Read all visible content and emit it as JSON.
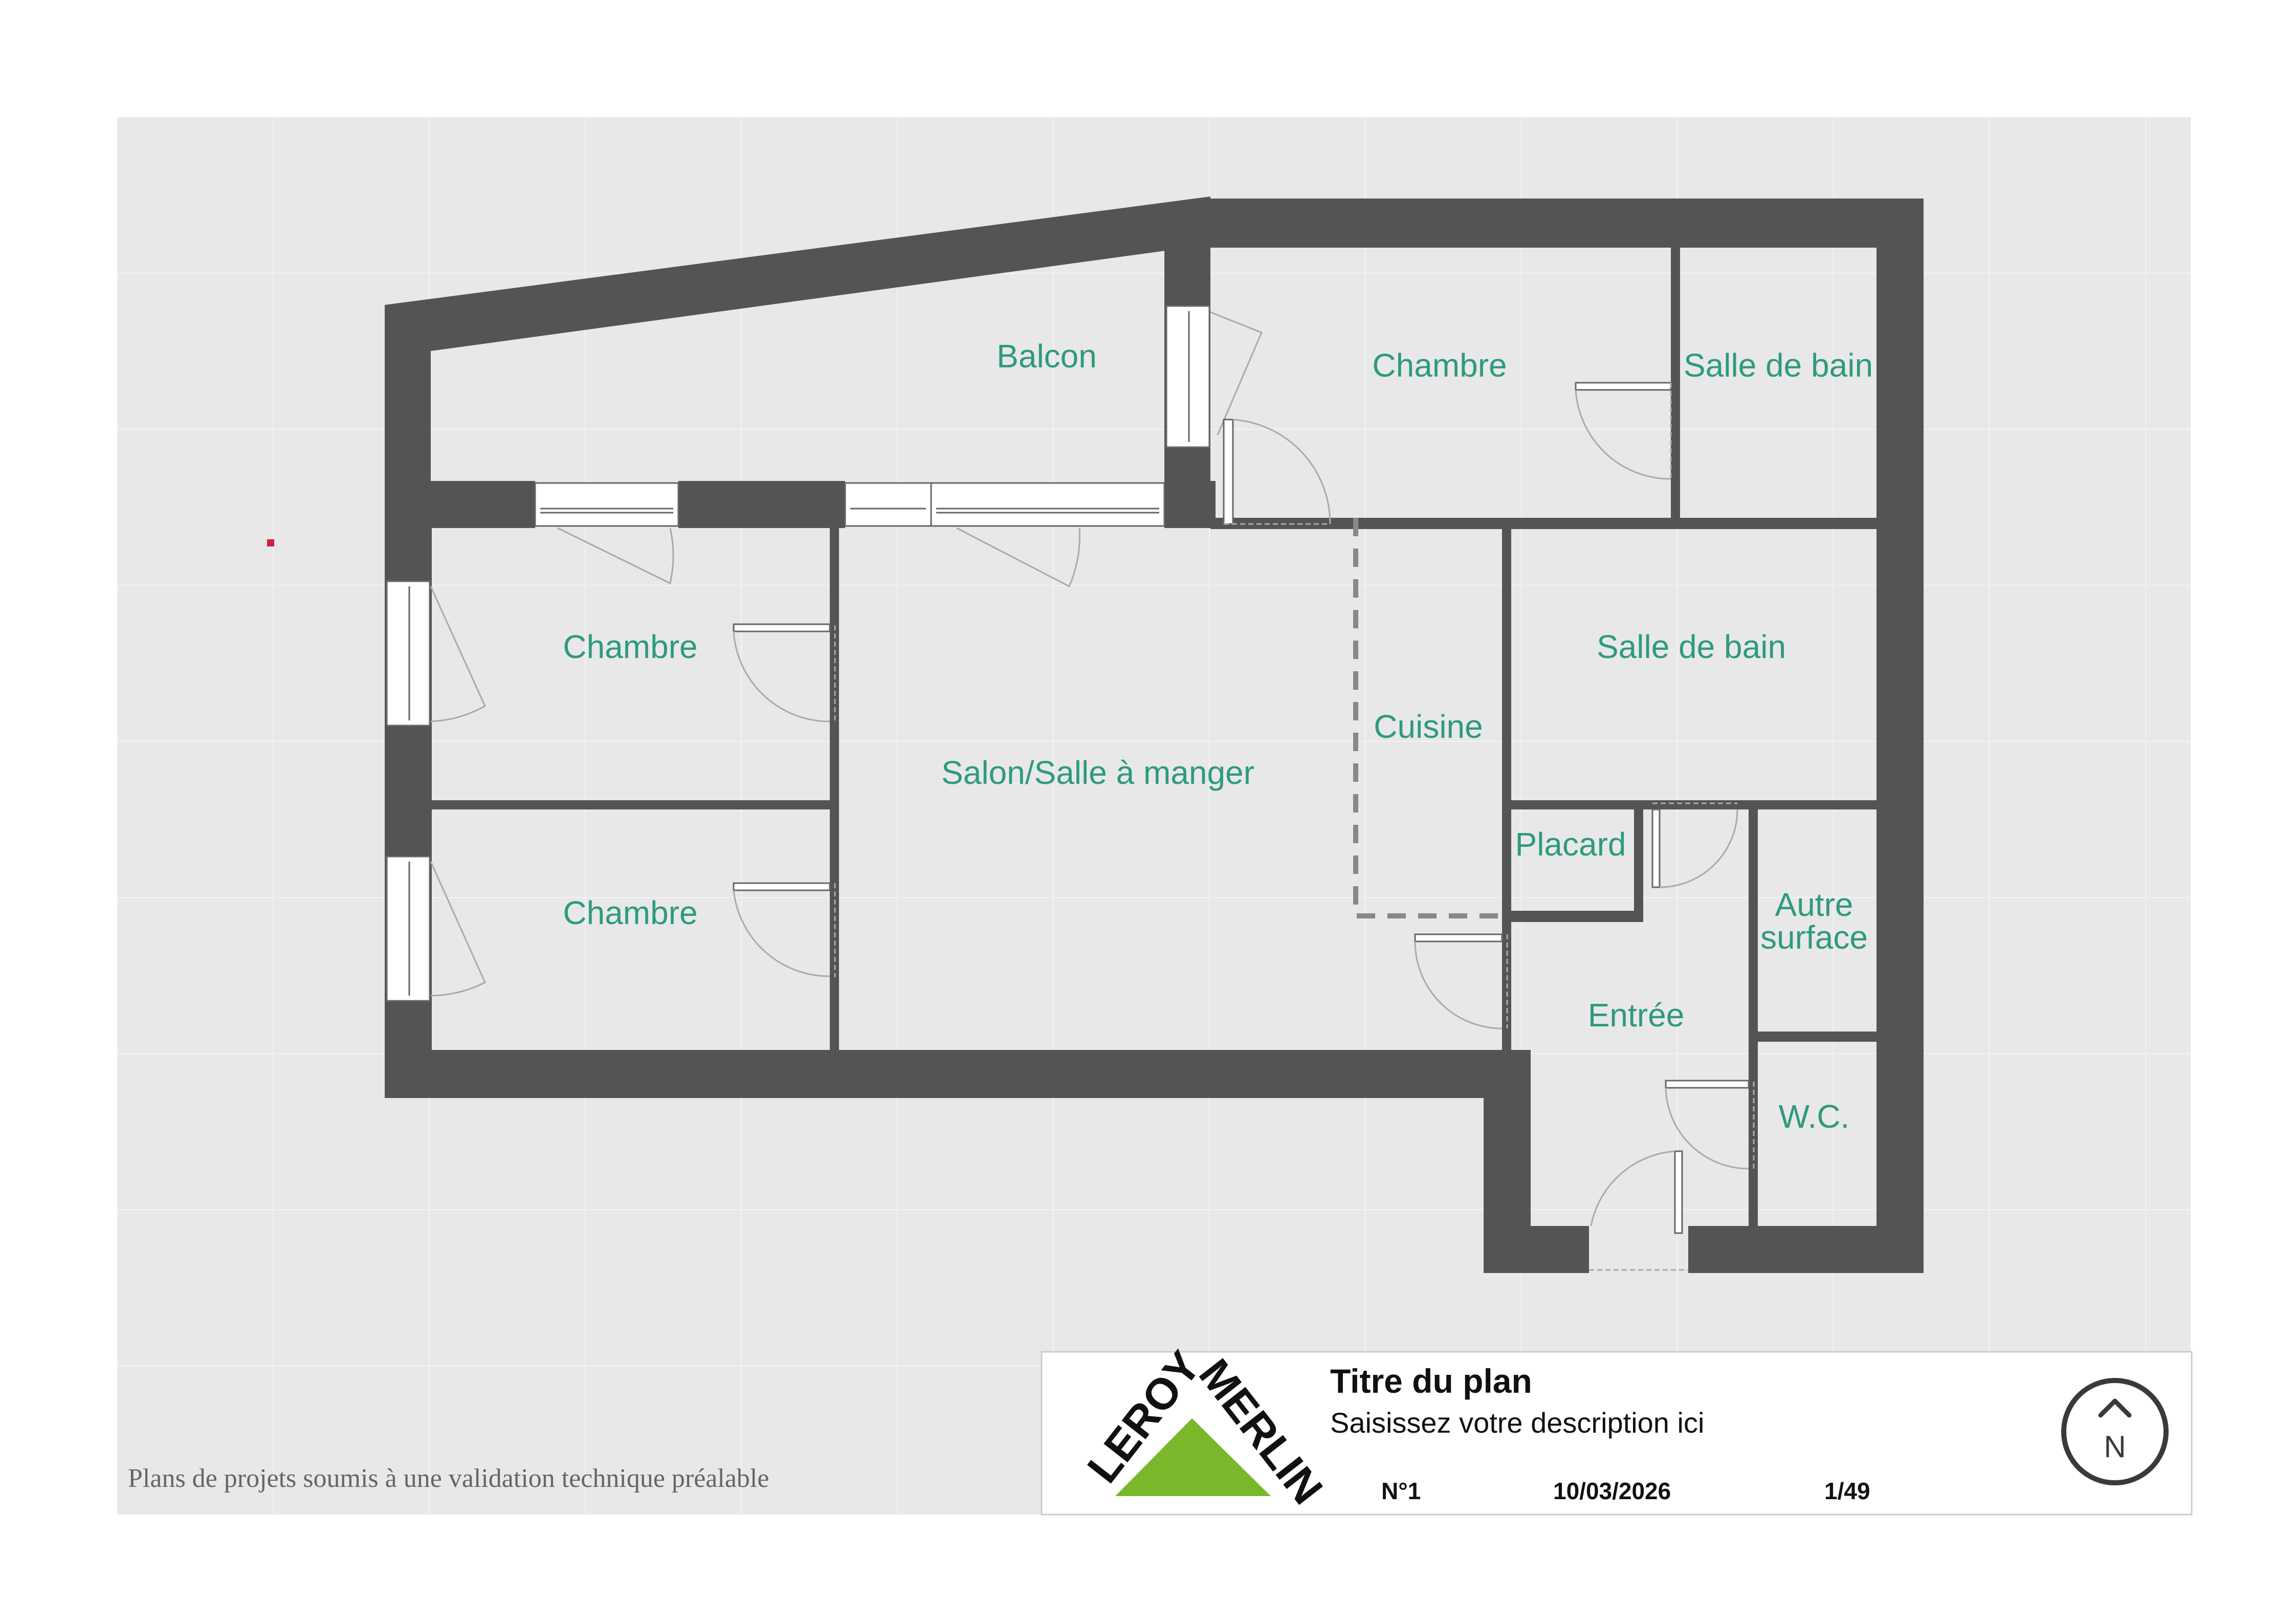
{
  "rooms": {
    "balcon": "Balcon",
    "chambre_top": "Chambre",
    "salle_de_bain_top": "Salle de bain",
    "chambre_left_top": "Chambre",
    "chambre_left_bottom": "Chambre",
    "salon": "Salon/Salle à manger",
    "cuisine": "Cuisine",
    "salle_de_bain_right": "Salle de bain",
    "placard": "Placard",
    "autre_surface_line1": "Autre",
    "autre_surface_line2": "surface",
    "entree": "Entrée",
    "wc": "W.C."
  },
  "title_block": {
    "title": "Titre du plan",
    "description": "Saisissez votre description ici",
    "number": "N°1",
    "date": "10/03/2026",
    "page": "1/49",
    "north_label": "N"
  },
  "logo": {
    "text_leroy": "LEROY",
    "text_merlin": "MERLIN",
    "green": "#78b82a"
  },
  "disclaimer": "Plans de projets soumis à une validation technique préalable",
  "colors": {
    "wall": "#545454",
    "room_label": "#2e9a7f",
    "background_grid": "#e8e8e8",
    "marker": "#d0223a"
  },
  "icons": {
    "north": "north-arrow-icon",
    "door": "door-swing-icon",
    "window": "window-icon"
  }
}
